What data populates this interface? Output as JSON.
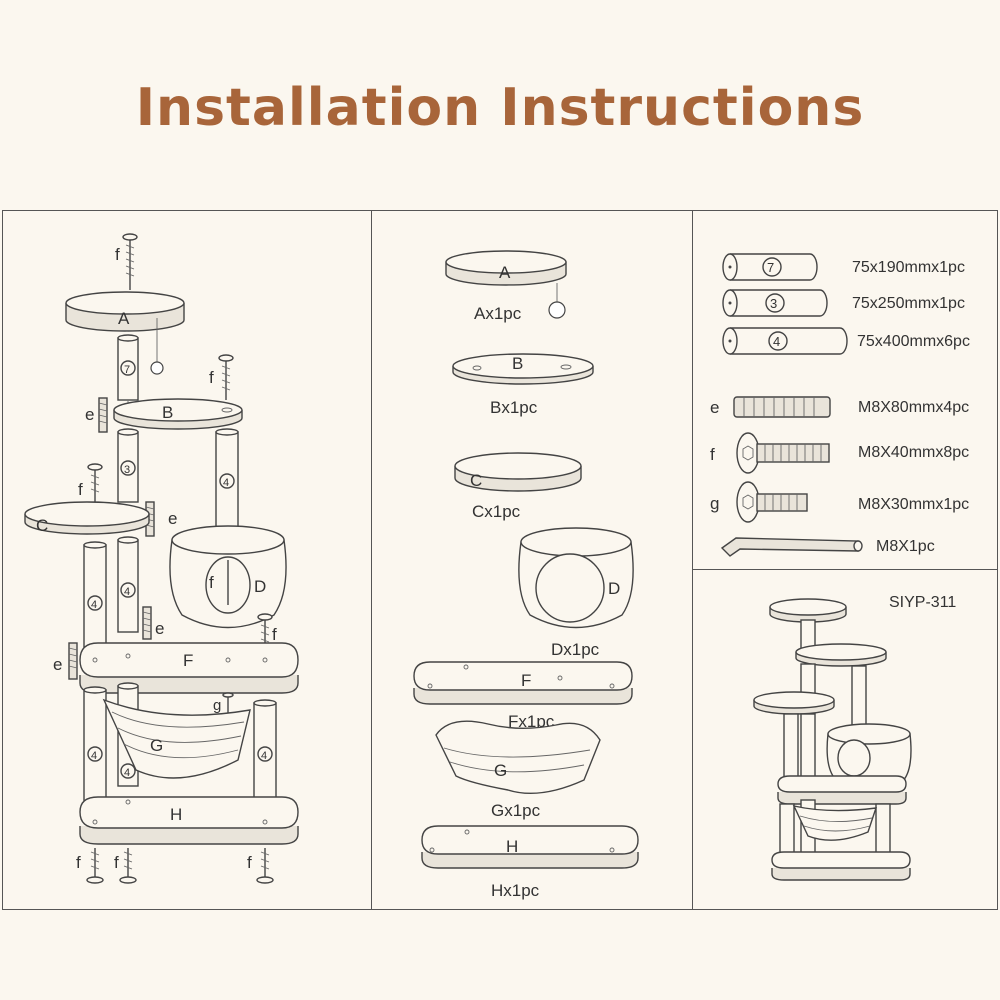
{
  "title": "Installation Instructions",
  "assembly": {
    "boards": [
      "A",
      "B",
      "C",
      "D",
      "F",
      "G",
      "H"
    ],
    "screw_f": "f",
    "screw_e": "e",
    "screw_g": "g",
    "post_7": "7",
    "post_3": "3",
    "post_4": "4"
  },
  "parts": [
    {
      "letter": "A",
      "caption": "Ax1pc"
    },
    {
      "letter": "B",
      "caption": "Bx1pc"
    },
    {
      "letter": "C",
      "caption": "Cx1pc"
    },
    {
      "letter": "D",
      "caption": "Dx1pc"
    },
    {
      "letter": "F",
      "caption": "Fx1pc"
    },
    {
      "letter": "G",
      "caption": "Gx1pc"
    },
    {
      "letter": "H",
      "caption": "Hx1pc"
    }
  ],
  "hardware": [
    {
      "label": "",
      "num": "7",
      "spec": "75x190mmx1pc"
    },
    {
      "label": "",
      "num": "3",
      "spec": "75x250mmx1pc"
    },
    {
      "label": "",
      "num": "4",
      "spec": "75x400mmx6pc"
    },
    {
      "label": "e",
      "spec": "M8X80mmx4pc"
    },
    {
      "label": "f",
      "spec": "M8X40mmx8pc"
    },
    {
      "label": "g",
      "spec": "M8X30mmx1pc"
    },
    {
      "label": "",
      "spec": "M8X1pc"
    }
  ],
  "model": "SIYP-311"
}
